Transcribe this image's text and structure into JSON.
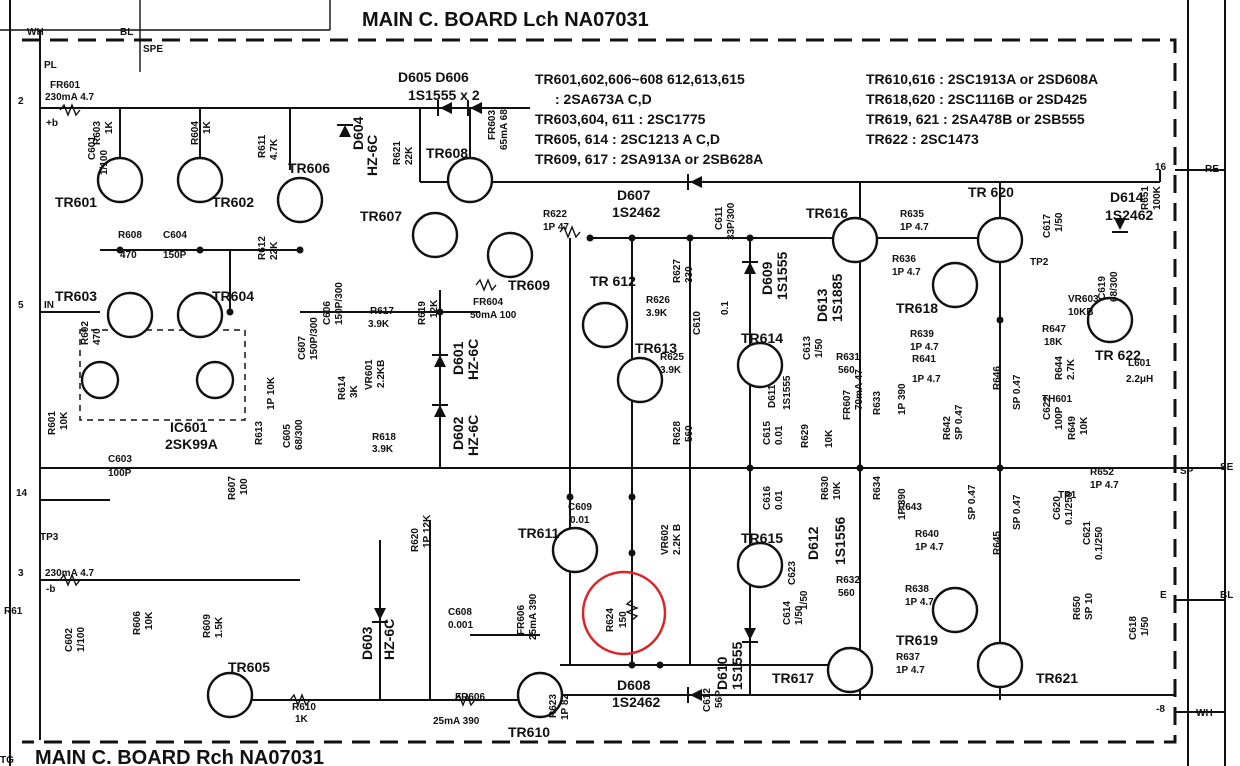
{
  "header": {
    "title_top": "MAIN C. BOARD  Lch  NA07031",
    "title_bottom": "MAIN C. BOARD  Rch  NA07031"
  },
  "notes": [
    "TR601,602,606~608 612,613,615",
    ": 2SA673A C,D",
    "TR603,604, 611 : 2SC1775",
    "TR605, 614 : 2SC1213 A C,D",
    "TR609, 617 : 2SA913A or 2SB628A",
    "TR610,616 : 2SC1913A or 2SD608A",
    "TR618,620 : 2SC1116B or 2SD425",
    "TR619, 621 : 2SA478B or 2SB555",
    "TR622 : 2SC1473"
  ],
  "transistors": {
    "tr601": "TR601",
    "tr602": "TR602",
    "tr603": "TR603",
    "tr604": "TR604",
    "tr605": "TR605",
    "tr606": "TR606",
    "tr607": "TR607",
    "tr608": "TR608",
    "tr609": "TR609",
    "tr610": "TR610",
    "tr611": "TR611",
    "tr612": "TR 612",
    "tr613": "TR613",
    "tr614": "TR614",
    "tr615": "TR615",
    "tr616": "TR616",
    "tr617": "TR617",
    "tr618": "TR618",
    "tr619": "TR619",
    "tr620": "TR 620",
    "tr621": "TR621",
    "tr622": "TR 622"
  },
  "diodes": {
    "d605_606": "D605 D606",
    "is1555x2": "1S1555 x 2",
    "d607": "D607",
    "d607p": "1S2462",
    "d608": "D608",
    "d608p": "1S2462",
    "d614": "D614",
    "d614p": "1S2462",
    "d604": "D604",
    "d604p": "HZ-6C",
    "d603": "D603",
    "d603p": "HZ-6C",
    "d601": "D601",
    "d601p": "HZ-6C",
    "d602": "D602",
    "d602p": "HZ-6C",
    "d609": "D609",
    "d609p": "1S1555",
    "d610": "D610",
    "d610p": "1S1555",
    "d612": "D612",
    "d612p": "1S1556",
    "d613": "D613",
    "d613p": "1S1885",
    "d611": "D611",
    "d611p": "1S1555"
  },
  "ic": {
    "name": "IC601",
    "part": "2SK99A"
  },
  "components": {
    "fr601": "FR601",
    "fr601v": "230mA 4.7",
    "fr602v": "230mA 4.7",
    "r603": "R603",
    "r603v": "1K",
    "r604": "R604",
    "r604v": "1K",
    "r611": "R611",
    "r611v": "4.7K",
    "r621": "R621",
    "r621v": "22K",
    "fr603": "FR603",
    "fr603v": "65mA 68",
    "c601": "C601",
    "c601v": "1/100",
    "r608": "R608",
    "r608v": "470",
    "c604": "C604",
    "c604v": "150P",
    "r612": "R612",
    "r612v": "22K",
    "r602": "R602",
    "r602v": "470",
    "r601": "R601",
    "r601v": "10K",
    "c603": "C603",
    "c603v": "100P",
    "r607": "R607",
    "r607v": "100",
    "r613": "R613",
    "r613v": "1P 10K",
    "c605": "C605",
    "c605v": "68/300",
    "c607": "C607",
    "c607v": "150P/300",
    "c606": "C606",
    "c606v": "150P/300",
    "r617": "R617",
    "r617v": "3.9K",
    "r619": "R619",
    "r619v": "12K",
    "fr604": "FR604",
    "fr604v": "50mA 100",
    "vr601": "VR601",
    "vr601v": "2.2KB",
    "r614": "R614",
    "r614v": "3K",
    "r618": "R618",
    "r618v": "3.9K",
    "r620": "R620",
    "r620v": "1P 12K",
    "r622": "R622",
    "r622v": "1P 47",
    "r626": "R626",
    "r626v": "3.9K",
    "r625": "R625",
    "r625v": "3.9K",
    "r627": "R627",
    "r627v": "330",
    "r628": "R628",
    "r628v": "560",
    "c610": "C610",
    "c610v": "0.1",
    "c611": "C611",
    "c611v": "33P/300",
    "c609": "C609",
    "c609v": "0.01",
    "vr602": "VR602",
    "vr602v": "2.2K B",
    "r624": "R624",
    "r624v": "150",
    "r623": "R623",
    "r623v": "1P 82",
    "c608": "C608",
    "c608v": "0.001",
    "fr606": "FR606",
    "fr606v": "25mA 390",
    "fr605v": "25mA 390",
    "r609": "R609",
    "r609v": "1.5K",
    "r606": "R606",
    "r606v": "10K",
    "c602": "C602",
    "c602v": "1/100",
    "r610": "R610",
    "r610v": "1K",
    "c612": "C612",
    "c612v": "56P",
    "r635": "R635",
    "r635v": "1P 4.7",
    "r636": "R636",
    "r636v": "1P 4.7",
    "r631": "R631",
    "r631v": "560",
    "c613": "C613",
    "c613v": "1/50",
    "c617": "C617",
    "c617v": "1/50",
    "c618": "C618",
    "c618v": "1/50",
    "c619": "C619",
    "c619v": "68/300",
    "r651": "R651",
    "r651v": "100K",
    "vr603": "VR603",
    "vr603v": "10KB",
    "r647": "R647",
    "r647v": "18K",
    "r644": "R644",
    "r644v": "2.7K",
    "l601": "L601",
    "l601v": "2.2μH",
    "c615": "C615",
    "c615v": "0.01",
    "c616": "C616",
    "c616v": "0.01",
    "c614": "C614",
    "c614v": "1/50",
    "r629": "R629",
    "r629v": "10K",
    "r630": "R630",
    "r630v": "10K",
    "fr607": "FR607",
    "fr607v": "70mA 47",
    "r633": "R633",
    "r633v": "1P 390",
    "r634": "R634",
    "r634v": "1P 390",
    "r632": "R632",
    "r632v": "560",
    "r639": "R639",
    "r639v": "1P 4.7",
    "r641": "R641",
    "r641v": "1P 4.7",
    "r642": "R642",
    "r642v": "SP 0.47",
    "r643": "R643",
    "r643v": "SP 0.47",
    "r640": "R640",
    "r640v": "1P 4.7",
    "r638": "R638",
    "r638v": "1P 4.7",
    "r637": "R637",
    "r637v": "1P 4.7",
    "r646": "R646",
    "r646v": "SP 0.47",
    "r645": "R645",
    "r645v": "SP 0.47",
    "r649": "R649",
    "r649v": "10K",
    "r652": "R652",
    "r652v": "1P 4.7",
    "c620": "C620",
    "c620v": "0.1/250",
    "c621": "C621",
    "c621v": "0.1/250",
    "c622": "C622",
    "c622v": "100P",
    "c623": "C623",
    "c623v": "1/50",
    "r650": "R650",
    "r650v": "SP 10",
    "th601": "TH601"
  },
  "pins": {
    "wh": "WH",
    "bl": "BL",
    "spe": "SPE",
    "pl": "PL",
    "p2": "2",
    "p5": "5",
    "p14": "14",
    "p3": "3",
    "p16": "16",
    "plus_b": "+b",
    "minus_b": "-b",
    "in": "IN",
    "tp1": "TP1",
    "tp2": "TP2",
    "tp3": "TP3",
    "re": "RE",
    "se": "SE",
    "sp": "SP",
    "e": "E",
    "bl2": "BL",
    "m8": "-8",
    "wh2": "WH",
    "r61": "R61",
    "tg": "TG"
  }
}
